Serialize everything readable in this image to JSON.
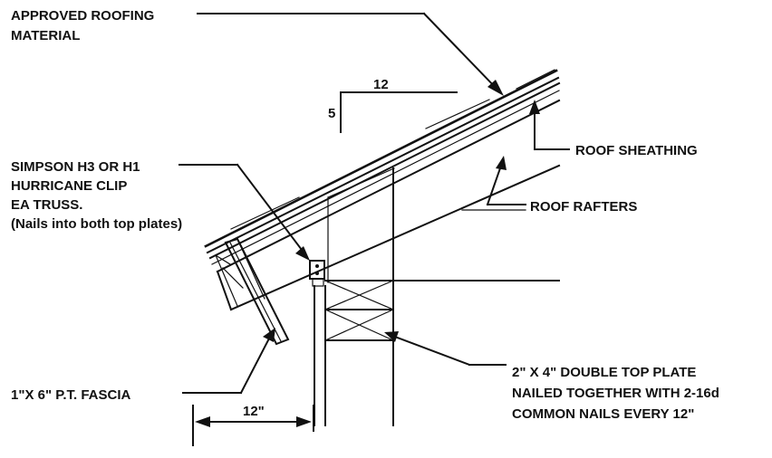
{
  "labels": {
    "approved_roofing_line1": "APPROVED ROOFING",
    "approved_roofing_line2": "MATERIAL",
    "roof_sheathing": "ROOF SHEATHING",
    "roof_rafters": "ROOF RAFTERS",
    "simpson_line1": "SIMPSON H3 OR H1",
    "simpson_line2": "HURRICANE CLIP",
    "simpson_line3": "EA TRUSS.",
    "simpson_line4": "(Nails into both top plates)",
    "fascia": "1\"X 6\" P.T. FASCIA",
    "top_plate_line1": "2\" X 4\" DOUBLE TOP PLATE",
    "top_plate_line2": "NAILED TOGETHER WITH 2-16d",
    "top_plate_line3": "COMMON NAILS EVERY 12\""
  },
  "slope": {
    "rise": "5",
    "run": "12"
  },
  "dimension": {
    "overhang": "12\""
  }
}
